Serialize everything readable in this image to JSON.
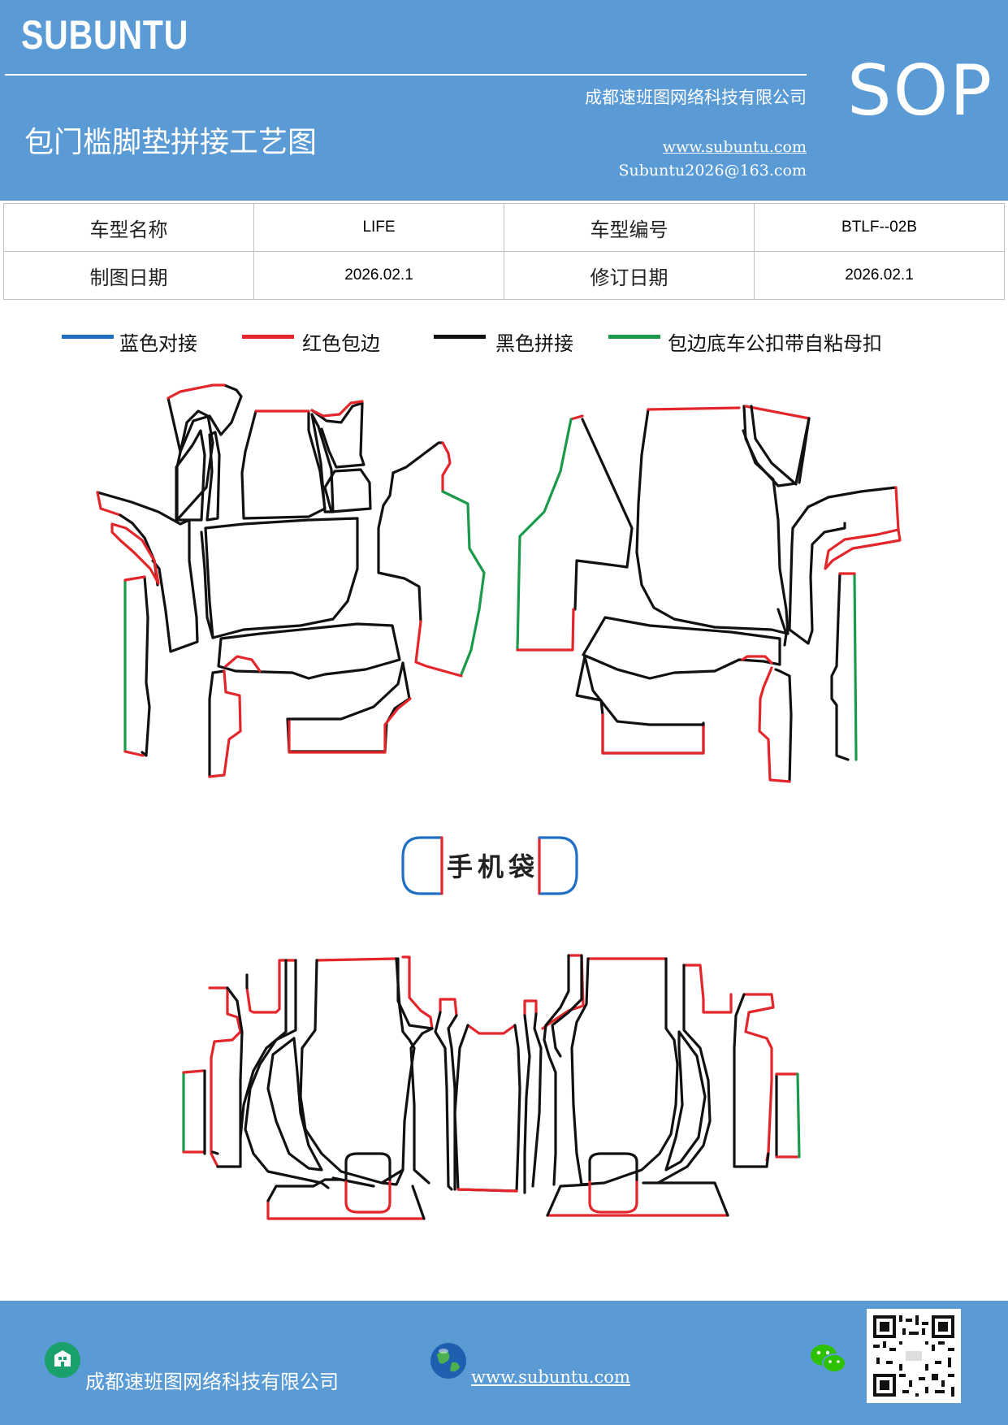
{
  "header": {
    "brand": "SUBUNTU",
    "company": "成都速班图网络科技有限公司",
    "title": "包门槛脚垫拼接工艺图",
    "website": "www.subuntu.com",
    "email": "Subuntu2026@163.com",
    "badge": "SOP"
  },
  "info_table": {
    "model_name_label": "车型名称",
    "model_name_value": "LIFE",
    "model_code_label": "车型编号",
    "model_code_value": "BTLF--02B",
    "draw_date_label": "制图日期",
    "draw_date_value": "2026.02.1",
    "revise_date_label": "修订日期",
    "revise_date_value": "2026.02.1"
  },
  "legend": [
    {
      "label": "蓝色对接",
      "color": "#1f6fc5"
    },
    {
      "label": "红色包边",
      "color": "#e3262b"
    },
    {
      "label": "黑色拼接",
      "color": "#111111"
    },
    {
      "label": "包边底车公扣带自粘母扣",
      "color": "#1a9a4a"
    }
  ],
  "diagram": {
    "phone_bag_label": "手机袋"
  },
  "footer": {
    "company": "成都速班图网络科技有限公司",
    "website": "www.subuntu.com"
  },
  "icons": [
    "building-icon",
    "globe-icon",
    "wechat-icon",
    "qr-code"
  ]
}
